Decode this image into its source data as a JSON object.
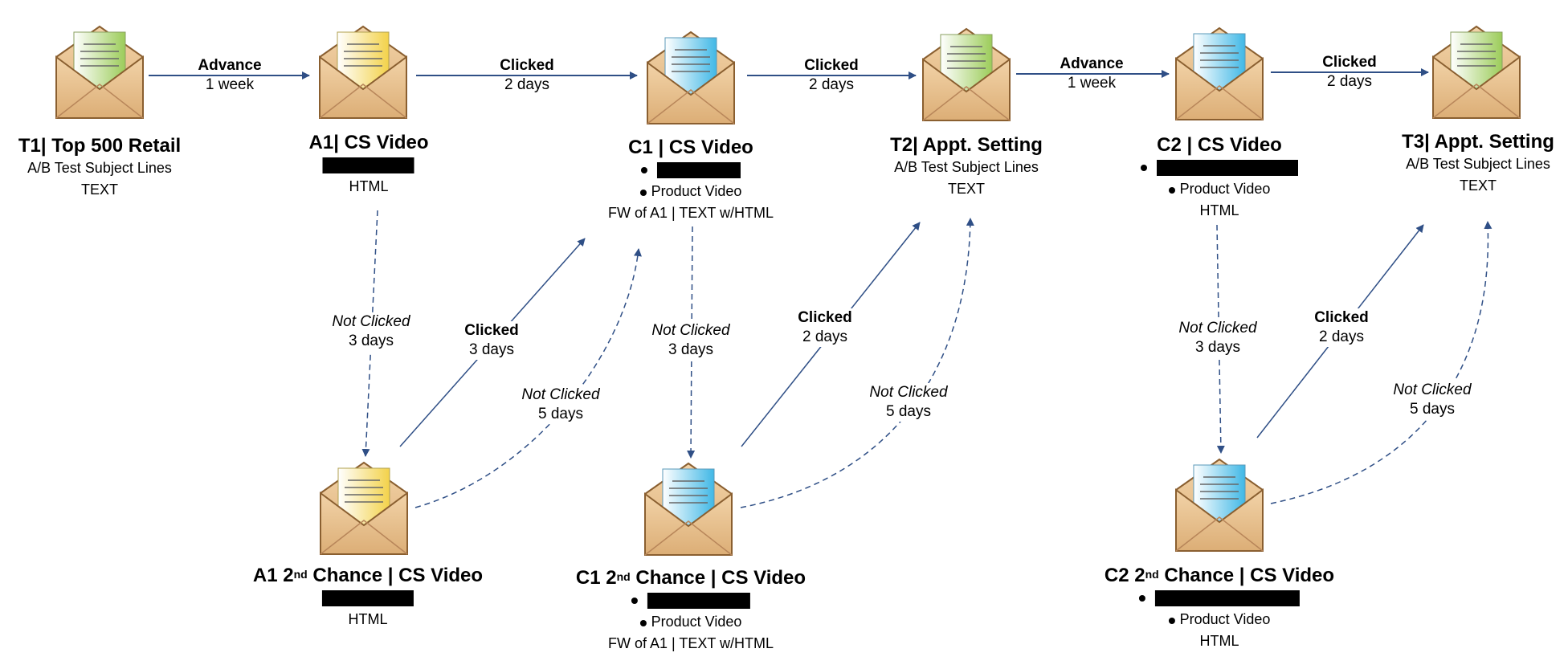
{
  "colors": {
    "arrow": "#2f4f86",
    "envelope_fill": "#e9c394",
    "envelope_stroke": "#9b6f3f",
    "letter_green": "#9ccc5a",
    "letter_yellow": "#f3d24a",
    "letter_blue": "#41b8e6"
  },
  "nodes": [
    {
      "id": "T1",
      "letter": "green",
      "title": "T1| Top 500 Retail",
      "lines": [
        "A/B Test Subject Lines",
        "TEXT"
      ]
    },
    {
      "id": "A1",
      "letter": "yellow",
      "title": "A1| CS Video",
      "lines": [
        "HTML"
      ]
    },
    {
      "id": "C1",
      "letter": "blue",
      "title": "C1 | CS Video",
      "lines": [
        "Product Video",
        "FW of A1 | TEXT w/HTML"
      ]
    },
    {
      "id": "T2",
      "letter": "green",
      "title": "T2| Appt. Setting",
      "lines": [
        "A/B Test Subject Lines",
        "TEXT"
      ]
    },
    {
      "id": "C2",
      "letter": "blue",
      "title": "C2 | CS Video",
      "lines": [
        "Product Video",
        "HTML"
      ]
    },
    {
      "id": "T3",
      "letter": "green",
      "title": "T3| Appt. Setting",
      "lines": [
        "A/B Test Subject Lines",
        "TEXT"
      ]
    },
    {
      "id": "A1-2nd",
      "letter": "yellow",
      "title_a": "A1 2",
      "title_sup": "nd",
      "title_b": " Chance | CS Video",
      "lines": [
        "HTML"
      ]
    },
    {
      "id": "C1-2nd",
      "letter": "blue",
      "title_a": "C1 2",
      "title_sup": "nd",
      "title_b": " Chance | CS Video",
      "lines": [
        "Product Video",
        "FW of A1 | TEXT w/HTML"
      ]
    },
    {
      "id": "C2-2nd",
      "letter": "blue",
      "title_a": "C2 2",
      "title_sup": "nd",
      "title_b": " Chance | CS Video",
      "lines": [
        "Product Video",
        "HTML"
      ]
    }
  ],
  "edges": [
    {
      "from": "T1",
      "to": "A1",
      "style": "solid",
      "condition": "Advance",
      "condition_style": "bold",
      "duration": "1 week"
    },
    {
      "from": "A1",
      "to": "C1",
      "style": "solid",
      "condition": "Clicked",
      "condition_style": "bold",
      "duration": "2 days"
    },
    {
      "from": "C1",
      "to": "T2",
      "style": "solid",
      "condition": "Clicked",
      "condition_style": "bold",
      "duration": "2 days"
    },
    {
      "from": "T2",
      "to": "C2",
      "style": "solid",
      "condition": "Advance",
      "condition_style": "bold",
      "duration": "1 week"
    },
    {
      "from": "C2",
      "to": "T3",
      "style": "solid",
      "condition": "Clicked",
      "condition_style": "bold",
      "duration": "2 days"
    },
    {
      "from": "A1",
      "to": "A1-2nd",
      "style": "dashed",
      "condition": "Not Clicked",
      "condition_style": "italic",
      "duration": "3 days"
    },
    {
      "from": "A1-2nd",
      "to": "C1",
      "style": "solid",
      "condition": "Clicked",
      "condition_style": "bold",
      "duration": "3 days"
    },
    {
      "from": "A1-2nd",
      "to": "C1",
      "style": "dashed",
      "condition": "Not Clicked",
      "condition_style": "italic",
      "duration": "5 days"
    },
    {
      "from": "C1",
      "to": "C1-2nd",
      "style": "dashed",
      "condition": "Not Clicked",
      "condition_style": "italic",
      "duration": "3 days"
    },
    {
      "from": "C1-2nd",
      "to": "T2",
      "style": "solid",
      "condition": "Clicked",
      "condition_style": "bold",
      "duration": "2 days"
    },
    {
      "from": "C1-2nd",
      "to": "T2",
      "style": "dashed",
      "condition": "Not Clicked",
      "condition_style": "italic",
      "duration": "5 days"
    },
    {
      "from": "C2",
      "to": "C2-2nd",
      "style": "dashed",
      "condition": "Not Clicked",
      "condition_style": "italic",
      "duration": "3 days"
    },
    {
      "from": "C2-2nd",
      "to": "T3",
      "style": "solid",
      "condition": "Clicked",
      "condition_style": "bold",
      "duration": "2 days"
    },
    {
      "from": "C2-2nd",
      "to": "T3",
      "style": "dashed",
      "condition": "Not Clicked",
      "condition_style": "italic",
      "duration": "5 days"
    }
  ]
}
